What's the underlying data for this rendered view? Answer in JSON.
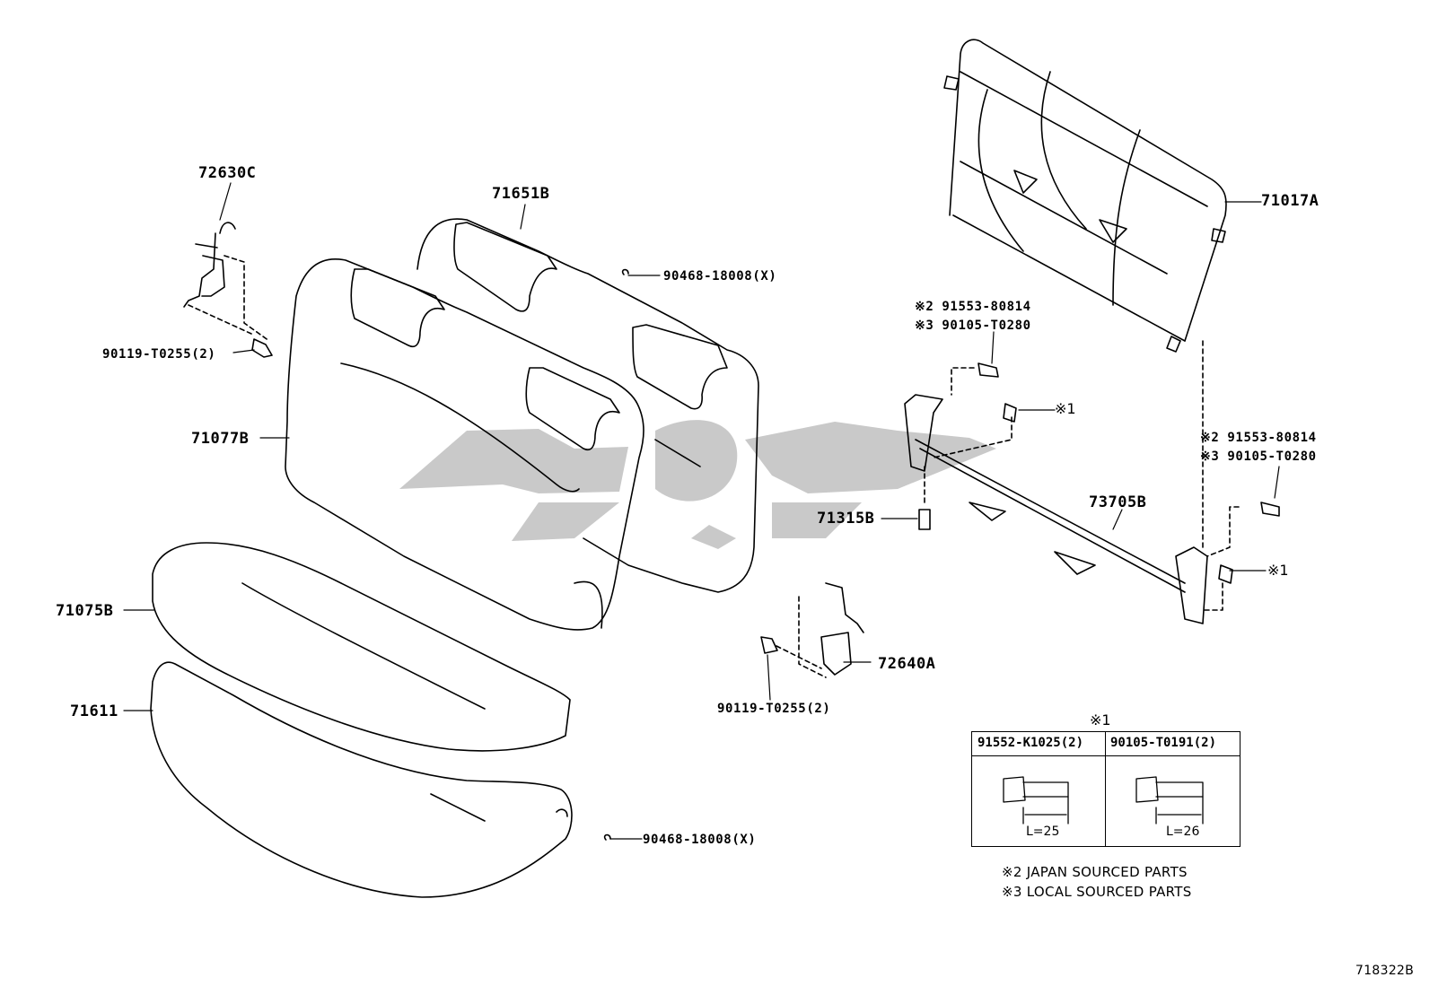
{
  "labels": {
    "p72630C": "72630C",
    "p71651B": "71651B",
    "p90468_top": "90468-18008(X)",
    "p90119_left": "90119-T0255(2)",
    "p71077B": "71077B",
    "p71075B": "71075B",
    "p71611": "71611",
    "p90468_bottom": "90468-18008(X)",
    "p71017A": "71017A",
    "p_j1_a": "※2 91553-80814",
    "p_j1_b": "※3 90105-T0280",
    "p_mark1_a": "※1",
    "p_j2_a": "※2 91553-80814",
    "p_j2_b": "※3 90105-T0280",
    "p73705B": "73705B",
    "p71315B": "71315B",
    "p_mark1_b": "※1",
    "p72640A": "72640A",
    "p90119_right": "90119-T0255(2)"
  },
  "table": {
    "marker": "※1",
    "col1": "91552-K1025(2)",
    "col2": "90105-T0191(2)",
    "len1": "L=25",
    "len2": "L=26"
  },
  "notes": {
    "line1": "※2 JAPAN SOURCED PARTS",
    "line2": "※3 LOCAL SOURCED PARTS"
  },
  "diagram_id": "718322B",
  "colors": {
    "line": "#000000",
    "watermark": "#c9c9c9"
  }
}
